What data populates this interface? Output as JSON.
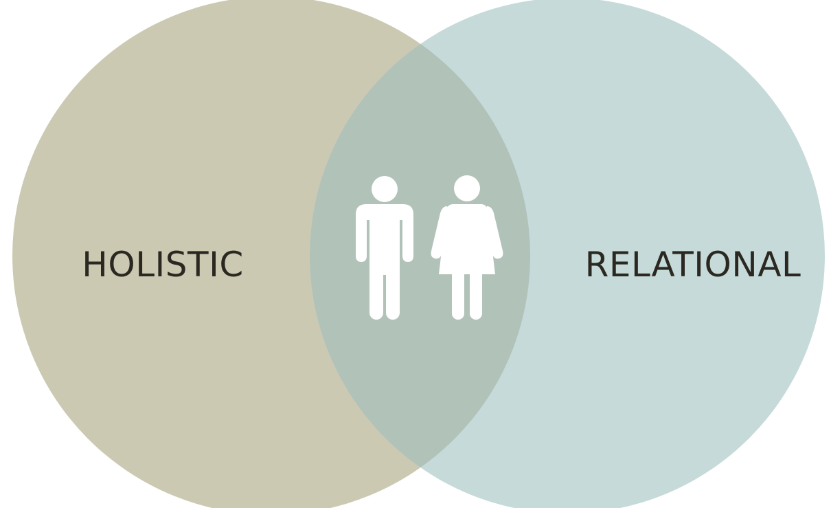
{
  "diagram": {
    "type": "venn",
    "circles": [
      {
        "label": "HOLISTIC",
        "color": "#ccc9b3"
      },
      {
        "label": "RELATIONAL",
        "color": "#c5dad9"
      }
    ],
    "overlap": {
      "color": "#b1c2b9",
      "icons": [
        "male-person-icon",
        "female-person-icon"
      ],
      "icon_color": "#ffffff"
    },
    "label_color": "#2a2820",
    "background": "#ffffff"
  }
}
